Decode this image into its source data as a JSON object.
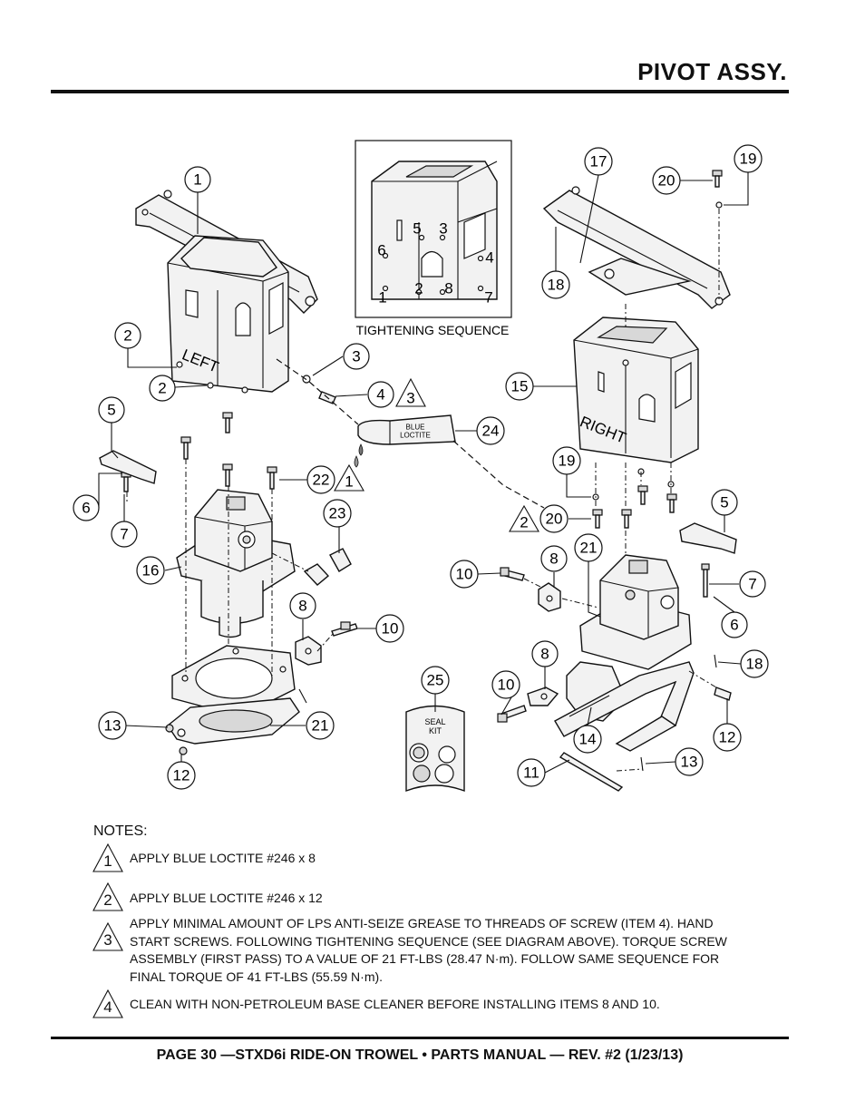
{
  "header": {
    "title": "PIVOT ASSY."
  },
  "inset": {
    "caption": "TIGHTENING SEQUENCE",
    "sequence": [
      "5",
      "3",
      "6",
      "4",
      "1",
      "2",
      "8",
      "7"
    ]
  },
  "callouts": {
    "c1": "1",
    "c2a": "2",
    "c2b": "2",
    "c3": "3",
    "c4": "4",
    "c5l": "5",
    "c6l": "6",
    "c7l": "7",
    "c8l": "8",
    "c10l": "10",
    "c12l": "12",
    "c13l": "13",
    "c16": "16",
    "c21l": "21",
    "c22": "22",
    "c23": "23",
    "c24": "24",
    "c25": "25",
    "c17": "17",
    "c18r": "18",
    "c19a": "19",
    "c20a": "20",
    "c15": "15",
    "c19b": "19",
    "c20b": "20",
    "c21r": "21",
    "c5r": "5",
    "c7r": "7",
    "c6r": "6",
    "c8r1": "8",
    "c10r1": "10",
    "c8r2": "8",
    "c10r2": "10",
    "c18b": "18",
    "c12r": "12",
    "c14": "14",
    "c11": "11",
    "c13r": "13"
  },
  "flags": {
    "f3": "3",
    "f1": "1",
    "f2": "2"
  },
  "labels": {
    "left_box": "LEFT",
    "right_box": "RIGHT",
    "loctite_line1": "BLUE",
    "loctite_line2": "LOCTITE",
    "seal_line1": "SEAL",
    "seal_line2": "KIT"
  },
  "notes": {
    "heading": "NOTES:",
    "items": [
      {
        "num": "1",
        "text": "APPLY BLUE LOCTITE #246 x 8"
      },
      {
        "num": "2",
        "text": "APPLY BLUE LOCTITE #246 x 12"
      },
      {
        "num": "3",
        "text": "APPLY MINIMAL AMOUNT OF LPS ANTI-SEIZE GREASE TO THREADS OF SCREW (ITEM 4). HAND START SCREWS. FOLLOWING TIGHTENING SEQUENCE (SEE DIAGRAM ABOVE). TORQUE SCREW ASSEMBLY (FIRST PASS) TO A VALUE OF 21 FT-LBS (28.47 N·m). FOLLOW SAME SEQUENCE FOR FINAL TORQUE OF 41 FT-LBS (55.59 N·m)."
      },
      {
        "num": "4",
        "text": "CLEAN WITH NON-PETROLEUM BASE CLEANER BEFORE INSTALLING ITEMS 8 AND 10."
      }
    ]
  },
  "footer": {
    "text": "PAGE 30 —STXD6i RIDE-ON TROWEL • PARTS MANUAL — REV. #2 (1/23/13)"
  },
  "colors": {
    "ink": "#111111",
    "background": "#ffffff",
    "part_fill": "#f2f2f2"
  }
}
